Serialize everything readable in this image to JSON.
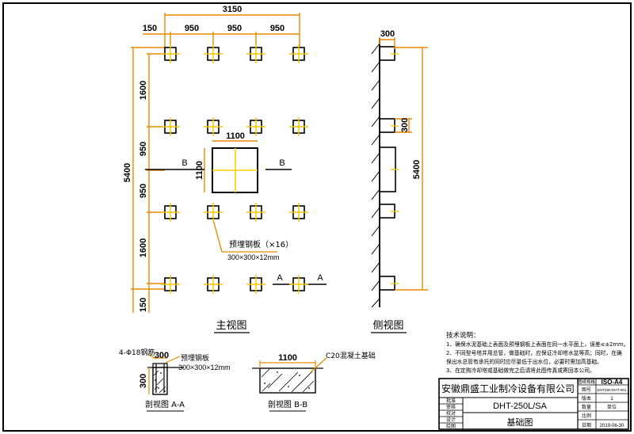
{
  "dims": {
    "top_total": "3150",
    "top_edge": "150",
    "top_spacing": [
      "950",
      "950",
      "950"
    ],
    "left_total": "5400",
    "left_segments": [
      "1600",
      "950",
      "950",
      "1600",
      "150"
    ],
    "center_box_w": "1100",
    "center_box_h": "1100",
    "side_top": "300",
    "side_plate": "300",
    "side_total": "5400",
    "sec_a_w": "300",
    "sec_a_h": "300",
    "sec_b_w": "1100"
  },
  "markers": {
    "b_left": "B",
    "b_right": "B",
    "a_left": "A",
    "a_right": "A"
  },
  "annotations": {
    "plate_name": "预埋钢板（×16）",
    "plate_spec": "300×300×12mm",
    "rebar": "4-Φ18钢筋",
    "sec_a_plate_name": "预埋钢板",
    "sec_a_plate_spec": "300×300×12mm",
    "sec_b_concrete": "C20混凝土基础"
  },
  "views": {
    "main": "主视图",
    "side": "侧视图",
    "section_aa": "剖视图 A-A",
    "section_bb": "剖视图 B-B"
  },
  "notes": {
    "title": "技术说明：",
    "lines": [
      "1、确保水泥基础上表面及预埋钢板上表面在同一水平面上，误差≤±2mm。",
      "2、不同型号塔并用总管，做基础时，应保证冷却塔水盆等高；同时，在确",
      "   保出水总管有承托的同时应尽量低于出水位，必要时需加高基础。",
      "3、在定购冷却塔或基础做完之后请将此图传真或寄回本公司。"
    ]
  },
  "title_block": {
    "company": "安徽鼎盛工业制冷设备有限公司",
    "model": "DHT-250L/SA",
    "drawing_name": "基础图",
    "rows_left": [
      "批准",
      "审核",
      "校对",
      "设计",
      "绘图"
    ],
    "paper_label": "图纸规格",
    "paper_value": "ISO-A4",
    "right_labels": [
      "图号",
      "版本",
      "数量",
      "比例",
      "日期"
    ],
    "right_values": [
      "DHT250-DHT-001",
      "1",
      "单位",
      "",
      "2019-06-30"
    ]
  },
  "colors": {
    "line": "#000000",
    "dimension": "#e88a00",
    "plate_mark": "#f5c400",
    "center_mark": "#ffd000"
  }
}
